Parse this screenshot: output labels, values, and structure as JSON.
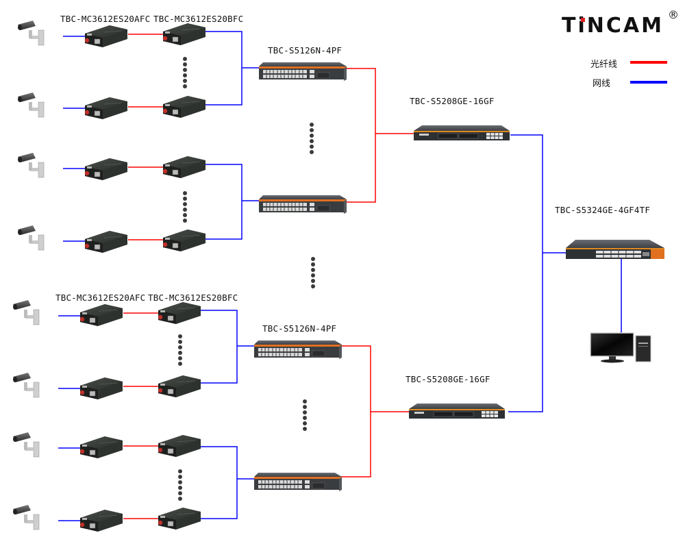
{
  "brand": {
    "name_prefix": "T",
    "name_i": "i",
    "name_suffix": "NCAM",
    "registered": "®",
    "i_dot_color": "#e02020"
  },
  "legend": {
    "items": [
      {
        "label": "光纤线",
        "color": "#ff0000",
        "meaning": "fiber"
      },
      {
        "label": "网线",
        "color": "#0000ff",
        "meaning": "ethernet"
      }
    ]
  },
  "colors": {
    "fiber": "#ff0000",
    "ethernet": "#0000ff",
    "switch_accent": "#e07020"
  },
  "labels": {
    "mc_a_top": "TBC-MC3612ES20AFC",
    "mc_b_top": "TBC-MC3612ES20BFC",
    "mc_a_bottom": "TBC-MC3612ES20AFC",
    "mc_b_bottom": "TBC-MC3612ES20BFC",
    "access_switch_1": "TBC-S5126N-4PF",
    "access_switch_3": "TBC-S5126N-4PF",
    "agg_switch_top": "TBC-S5208GE-16GF",
    "agg_switch_bottom": "TBC-S5208GE-16GF",
    "core_switch": "TBC-S5324GE-4GF4TF"
  },
  "devices": {
    "cameras": 8,
    "media_converter_pairs": 8,
    "access_switches": 4,
    "aggregation_switches": 2,
    "core_switches": 1,
    "workstations": 1
  }
}
